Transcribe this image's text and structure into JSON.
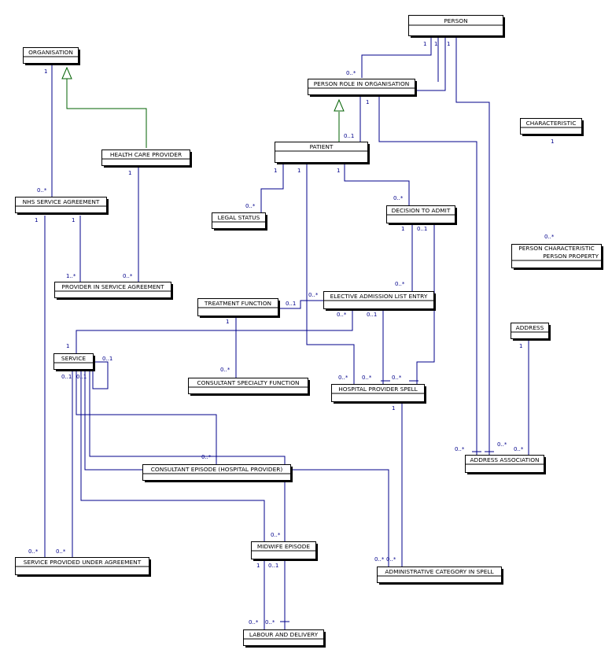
{
  "entities": {
    "person": "PERSON",
    "organisation": "ORGANISATION",
    "person_role": "PERSON ROLE IN ORGANISATION",
    "characteristic": "CHARACTERISTIC",
    "health_care_provider": "HEALTH CARE PROVIDER",
    "patient": "PATIENT",
    "nhs_service_agreement": "NHS SERVICE AGREEMENT",
    "legal_status": "LEGAL STATUS",
    "decision_to_admit": "DECISION TO ADMIT",
    "person_characteristic_1": "PERSON CHARACTERISTIC",
    "person_characteristic_2": "PERSON PROPERTY",
    "provider_in_service_agreement": "PROVIDER IN SERVICE AGREEMENT",
    "treatment_function": "TREATMENT FUNCTION",
    "elective_admission_list_entry": "ELECTIVE ADMISSION LIST ENTRY",
    "address": "ADDRESS",
    "service": "SERVICE",
    "consultant_specialty_function": "CONSULTANT SPECIALTY FUNCTION",
    "hospital_provider_spell": "HOSPITAL PROVIDER SPELL",
    "address_association": "ADDRESS ASSOCIATION",
    "consultant_episode": "CONSULTANT EPISODE (HOSPITAL PROVIDER)",
    "midwife_episode": "MIDWIFE EPISODE",
    "service_provided_under_agreement": "SERVICE PROVIDED UNDER AGREEMENT",
    "administrative_category_in_spell": "ADMINISTRATIVE CATEGORY IN SPELL",
    "labour_and_delivery": "LABOUR AND DELIVERY"
  },
  "multiplicities": {
    "one": "1",
    "many": "0..*",
    "optional": "0..1",
    "one_or_many": "1..*",
    "optional_service_a": "0..1",
    "optional_service_b": "0..1"
  },
  "colors": {
    "association": "#00008b",
    "generalization": "#006000",
    "box": "#000000"
  }
}
